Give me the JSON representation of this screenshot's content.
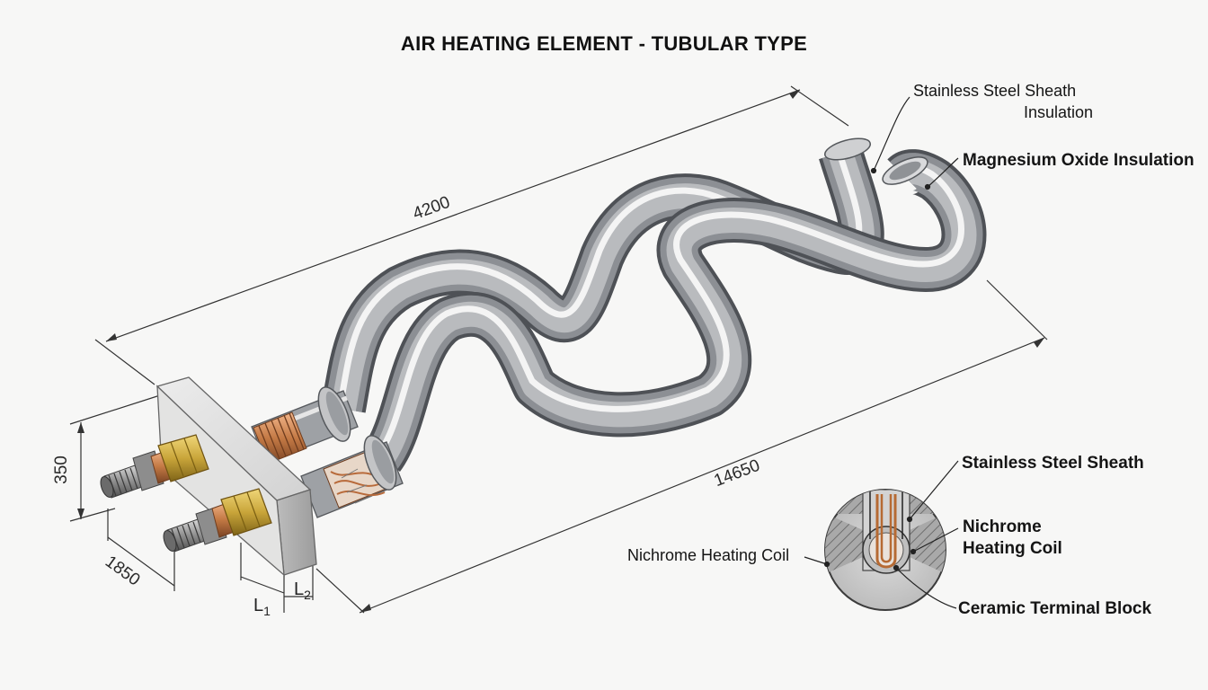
{
  "title": "AIR HEATING ELEMENT - TUBULAR TYPE",
  "callouts": {
    "stainless_sheath_top": "Stainless Steel Sheath",
    "insulation_top": "Insulation",
    "magnesium_oxide": "Magnesium Oxide Insulation",
    "stainless_sheath_detail": "Stainless Steel Sheath",
    "nichrome_detail_line1": "Nichrome",
    "nichrome_detail_line2": "Heating Coil",
    "nichrome_left": "Nichrome Heating Coil",
    "ceramic_block": "Ceramic Terminal Block"
  },
  "dimensions": {
    "length_top": "4200",
    "length_bottom": "14650",
    "height": "350",
    "depth": "1850",
    "l1_base": "L",
    "l1_sub": "1",
    "l2_base": "L",
    "l2_sub": "2"
  },
  "colors": {
    "background": "#f7f7f6",
    "steel": "#a8aaad",
    "copper": "#c47a45",
    "brass": "#c9a53a"
  }
}
